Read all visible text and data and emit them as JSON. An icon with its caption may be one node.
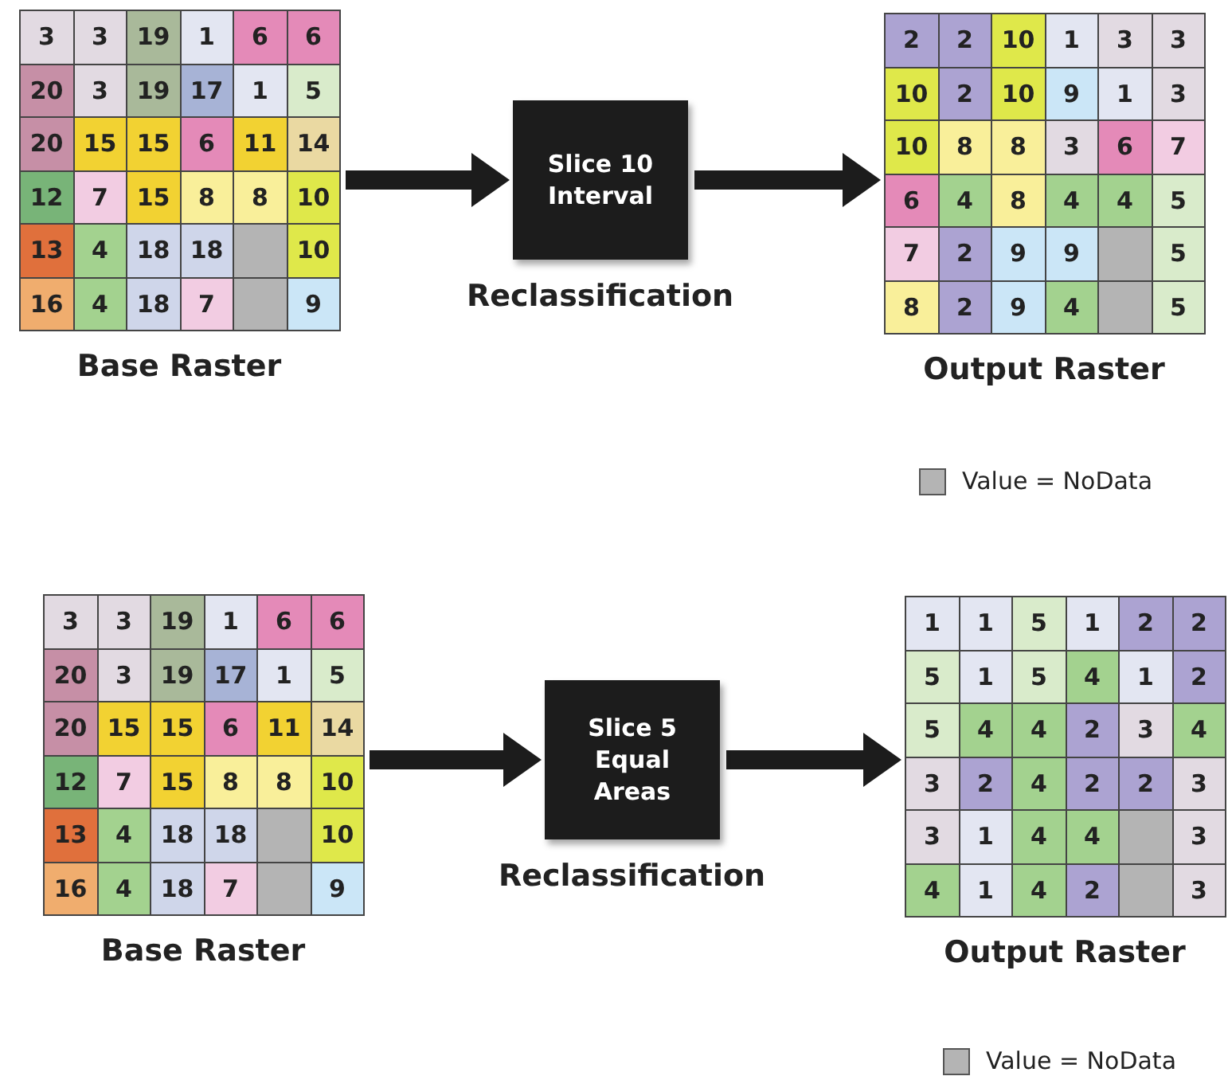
{
  "diagram": {
    "nodes": [
      {
        "text": [
          "Base Raster"
        ]
      },
      {
        "text": [
          "3"
        ],
        "in": 0
      },
      {
        "text": [
          "3"
        ],
        "in": 0
      },
      {
        "text": [
          "19"
        ],
        "in": 0
      },
      {
        "text": [
          "1"
        ],
        "in": 0
      },
      {
        "text": [
          "6"
        ],
        "in": 0
      },
      {
        "text": [
          "6"
        ],
        "in": 0
      },
      {
        "text": [
          "20"
        ],
        "in": 0
      },
      {
        "text": [
          "3"
        ],
        "in": 0
      },
      {
        "text": [
          "19"
        ],
        "in": 0
      },
      {
        "text": [
          "17"
        ],
        "in": 0
      },
      {
        "text": [
          "1"
        ],
        "in": 0
      },
      {
        "text": [
          "5"
        ],
        "in": 0
      },
      {
        "text": [
          "20"
        ],
        "in": 0
      },
      {
        "text": [
          "15"
        ],
        "in": 0
      },
      {
        "text": [
          "15"
        ],
        "in": 0
      },
      {
        "text": [
          "6"
        ],
        "in": 0
      },
      {
        "text": [
          "11"
        ],
        "in": 0
      },
      {
        "text": [
          "14"
        ],
        "in": 0
      },
      {
        "text": [
          "12"
        ],
        "in": 0
      },
      {
        "text": [
          "7"
        ],
        "in": 0
      },
      {
        "text": [
          "15"
        ],
        "in": 0
      },
      {
        "text": [
          "8"
        ],
        "in": 0
      },
      {
        "text": [
          "8"
        ],
        "in": 0
      },
      {
        "text": [
          "10"
        ],
        "in": 0
      },
      {
        "text": [
          "13"
        ],
        "in": 0
      },
      {
        "text": [
          "4"
        ],
        "in": 0
      },
      {
        "text": [
          "18"
        ],
        "in": 0
      },
      {
        "text": [
          "18"
        ],
        "in": 0
      },
      {
        "text": [],
        "shape": "box",
        "in": 0
      },
      {
        "text": [
          "10"
        ],
        "in": 0
      },
      {
        "text": [
          "16"
        ],
        "in": 0
      },
      {
        "text": [
          "4"
        ],
        "in": 0
      },
      {
        "text": [
          "18"
        ],
        "in": 0
      },
      {
        "text": [
          "7"
        ],
        "in": 0
      },
      {
        "text": [],
        "shape": "box",
        "in": 0
      },
      {
        "text": [
          "9"
        ],
        "in": 0
      },
      {
        "text": [
          "Slice 10 Interval"
        ],
        "beside": [
          "Reclassification"
        ]
      },
      {
        "text": [
          "Output Raster"
        ]
      },
      {
        "text": [
          "2"
        ],
        "in": 38
      },
      {
        "text": [
          "2"
        ],
        "in": 38
      },
      {
        "text": [
          "10"
        ],
        "in": 38
      },
      {
        "text": [
          "1"
        ],
        "in": 38
      },
      {
        "text": [
          "3"
        ],
        "in": 38
      },
      {
        "text": [
          "3"
        ],
        "in": 38
      },
      {
        "text": [
          "10"
        ],
        "in": 38
      },
      {
        "text": [
          "2"
        ],
        "in": 38
      },
      {
        "text": [
          "10"
        ],
        "in": 38
      },
      {
        "text": [
          "9"
        ],
        "in": 38
      },
      {
        "text": [
          "1"
        ],
        "in": 38
      },
      {
        "text": [
          "3"
        ],
        "in": 38
      },
      {
        "text": [
          "10"
        ],
        "in": 38
      },
      {
        "text": [
          "8"
        ],
        "in": 38
      },
      {
        "text": [
          "8"
        ],
        "in": 38
      },
      {
        "text": [
          "3"
        ],
        "in": 38
      },
      {
        "text": [
          "6"
        ],
        "in": 38
      },
      {
        "text": [
          "7"
        ],
        "in": 38
      },
      {
        "text": [
          "6"
        ],
        "in": 38
      },
      {
        "text": [
          "4"
        ],
        "in": 38
      },
      {
        "text": [
          "8"
        ],
        "in": 38
      },
      {
        "text": [
          "4"
        ],
        "in": 38
      },
      {
        "text": [
          "4"
        ],
        "in": 38
      },
      {
        "text": [
          "5"
        ],
        "in": 38
      },
      {
        "text": [
          "7"
        ],
        "in": 38
      },
      {
        "text": [
          "2"
        ],
        "in": 38
      },
      {
        "text": [
          "9"
        ],
        "in": 38
      },
      {
        "text": [
          "9"
        ],
        "in": 38
      },
      {
        "text": [],
        "shape": "box",
        "in": 38
      },
      {
        "text": [
          "5"
        ],
        "in": 38
      },
      {
        "text": [
          "8"
        ],
        "in": 38
      },
      {
        "text": [
          "2"
        ],
        "in": 38
      },
      {
        "text": [
          "9"
        ],
        "in": 38
      },
      {
        "text": [
          "4"
        ],
        "in": 38
      },
      {
        "text": [],
        "shape": "box",
        "in": 38
      },
      {
        "text": [
          "5"
        ],
        "in": 38
      },
      {
        "text": [
          "Base Raster"
        ]
      },
      {
        "text": [
          "3"
        ],
        "in": 75
      },
      {
        "text": [
          "3"
        ],
        "in": 75
      },
      {
        "text": [
          "19"
        ],
        "in": 75
      },
      {
        "text": [
          "1"
        ],
        "in": 75
      },
      {
        "text": [
          "6"
        ],
        "in": 75
      },
      {
        "text": [
          "6"
        ],
        "in": 75
      },
      {
        "text": [
          "20"
        ],
        "in": 75
      },
      {
        "text": [
          "3"
        ],
        "in": 75
      },
      {
        "text": [
          "19"
        ],
        "in": 75
      },
      {
        "text": [
          "17"
        ],
        "in": 75
      },
      {
        "text": [
          "1"
        ],
        "in": 75
      },
      {
        "text": [
          "5"
        ],
        "in": 75
      },
      {
        "text": [
          "20"
        ],
        "in": 75
      },
      {
        "text": [
          "15"
        ],
        "in": 75
      },
      {
        "text": [
          "15"
        ],
        "in": 75
      },
      {
        "text": [
          "6"
        ],
        "in": 75
      },
      {
        "text": [
          "11"
        ],
        "in": 75
      },
      {
        "text": [
          "14"
        ],
        "in": 75
      },
      {
        "text": [
          "12"
        ],
        "in": 75
      },
      {
        "text": [
          "7"
        ],
        "in": 75
      },
      {
        "text": [
          "15"
        ],
        "in": 75
      },
      {
        "text": [
          "8"
        ],
        "in": 75
      },
      {
        "text": [
          "8"
        ],
        "in": 75
      },
      {
        "text": [
          "10"
        ],
        "in": 75
      },
      {
        "text": [
          "13"
        ],
        "in": 75
      },
      {
        "text": [
          "4"
        ],
        "in": 75
      },
      {
        "text": [
          "18"
        ],
        "in": 75
      },
      {
        "text": [
          "18"
        ],
        "in": 75
      },
      {
        "text": [],
        "shape": "box",
        "in": 75
      },
      {
        "text": [
          "10"
        ],
        "in": 75
      },
      {
        "text": [
          "16"
        ],
        "in": 75
      },
      {
        "text": [
          "4"
        ],
        "in": 75
      },
      {
        "text": [
          "18"
        ],
        "in": 75
      },
      {
        "text": [
          "7"
        ],
        "in": 75
      },
      {
        "text": [],
        "shape": "box",
        "in": 75
      },
      {
        "text": [
          "9"
        ],
        "in": 75
      },
      {
        "text": [
          "Slice 5 Equal Areas"
        ],
        "beside": [
          "Reclassification"
        ]
      },
      {
        "text": [
          "Output Raster"
        ]
      },
      {
        "text": [
          "1"
        ],
        "in": 113
      },
      {
        "text": [
          "1"
        ],
        "in": 113
      },
      {
        "text": [
          "5"
        ],
        "in": 113
      },
      {
        "text": [
          "1"
        ],
        "in": 113
      },
      {
        "text": [
          "2"
        ],
        "in": 113
      },
      {
        "text": [
          "2"
        ],
        "in": 113
      },
      {
        "text": [
          "5"
        ],
        "in": 113
      },
      {
        "text": [
          "1"
        ],
        "in": 113
      },
      {
        "text": [
          "5"
        ],
        "in": 113
      },
      {
        "text": [
          "4"
        ],
        "in": 113
      },
      {
        "text": [
          "1"
        ],
        "in": 113
      },
      {
        "text": [
          "2"
        ],
        "in": 113
      },
      {
        "text": [
          "5"
        ],
        "in": 113
      },
      {
        "text": [
          "4"
        ],
        "in": 113
      },
      {
        "text": [
          "4"
        ],
        "in": 113
      },
      {
        "text": [
          "2"
        ],
        "in": 113
      },
      {
        "text": [
          "3"
        ],
        "in": 113
      },
      {
        "text": [
          "4"
        ],
        "in": 113
      },
      {
        "text": [
          "3"
        ],
        "in": 113
      },
      {
        "text": [
          "2"
        ],
        "in": 113
      },
      {
        "text": [
          "4"
        ],
        "in": 113
      },
      {
        "text": [
          "2"
        ],
        "in": 113
      },
      {
        "text": [
          "2"
        ],
        "in": 113
      },
      {
        "text": [
          "3"
        ],
        "in": 113
      },
      {
        "text": [
          "3"
        ],
        "in": 113
      },
      {
        "text": [
          "1"
        ],
        "in": 113
      },
      {
        "text": [
          "4"
        ],
        "in": 113
      },
      {
        "text": [
          "4"
        ],
        "in": 113
      },
      {
        "text": [],
        "shape": "box",
        "in": 113
      },
      {
        "text": [
          "3"
        ],
        "in": 113
      },
      {
        "text": [
          "4"
        ],
        "in": 113
      },
      {
        "text": [
          "1"
        ],
        "in": 113
      },
      {
        "text": [
          "4"
        ],
        "in": 113
      },
      {
        "text": [
          "2"
        ],
        "in": 113
      },
      {
        "text": [],
        "shape": "box",
        "in": 113
      },
      {
        "text": [
          "3"
        ],
        "in": 113
      }
    ],
    "edges": [
      {
        "from": 0,
        "to": 37,
        "arrow": "to"
      },
      {
        "from": 37,
        "to": 38,
        "arrow": "to"
      },
      {
        "from": 75,
        "to": 112,
        "arrow": "to"
      },
      {
        "from": 112,
        "to": 113,
        "arrow": "to"
      }
    ],
    "legend": [
      {
        "text": "Value = NoData",
        "color": "#b4b4b4"
      },
      {
        "text": "Value = NoData",
        "color": "#b4b4b4"
      }
    ]
  }
}
